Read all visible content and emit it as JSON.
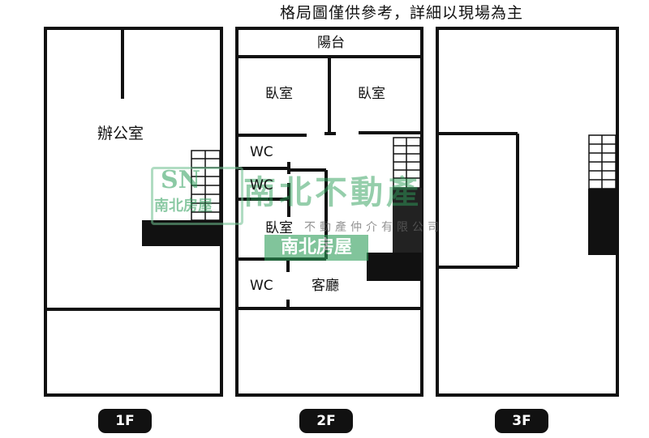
{
  "note": "格局圖僅供參考，詳細以現場為主",
  "floors": [
    {
      "badge": "1F",
      "rooms": {
        "office": "辦公室"
      }
    },
    {
      "badge": "2F",
      "rooms": {
        "balcony": "陽台",
        "bedroom_left": "臥室",
        "bedroom_right": "臥室",
        "wc_1": "WC",
        "wc_2": "WC",
        "bedroom_mid": "臥室",
        "wc_3": "WC",
        "living_room": "客廳"
      }
    },
    {
      "badge": "3F",
      "rooms": {}
    }
  ],
  "watermark": {
    "logo": "SN",
    "brand": "南北房屋",
    "line1": "南北不動產",
    "line2": "不動產仲介有限公司",
    "line3": "南北房屋"
  },
  "colors": {
    "wall": "#111111",
    "watermark_green": "#2e9e5a"
  }
}
